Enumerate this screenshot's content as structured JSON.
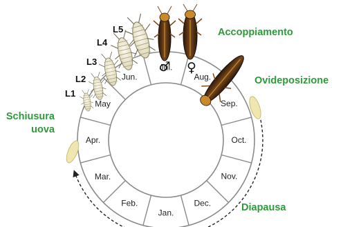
{
  "months": [
    "Jan.",
    "Feb.",
    "Mar.",
    "Apr.",
    "May",
    "Jun.",
    "Jul.",
    "Aug.",
    "Sep.",
    "Oct.",
    "Nov.",
    "Dec."
  ],
  "phases": {
    "mating": "Accoppiamento",
    "oviposition": "Ovideposizione",
    "hatching_line1": "Schiusura",
    "hatching_line2": "uova",
    "diapause": "Diapausa"
  },
  "nymph_stages": [
    "L1",
    "L2",
    "L3",
    "L4",
    "L5"
  ],
  "sex_symbols": {
    "male": "♂",
    "female": "♀"
  },
  "colors": {
    "phase_text": "#2e9a3a",
    "ring_stroke": "#8a8a8a",
    "ring_fill": "#ffffff",
    "egg": "#efe6b0",
    "nymph": "#ece7cf",
    "adult_body": "#3a2210",
    "adult_accent": "#c98a2a",
    "cycle_arrow": "#222222"
  },
  "icons": [
    "nymph-icon",
    "adult-insect-icon",
    "egg-icon",
    "cycle-arrow-icon"
  ]
}
